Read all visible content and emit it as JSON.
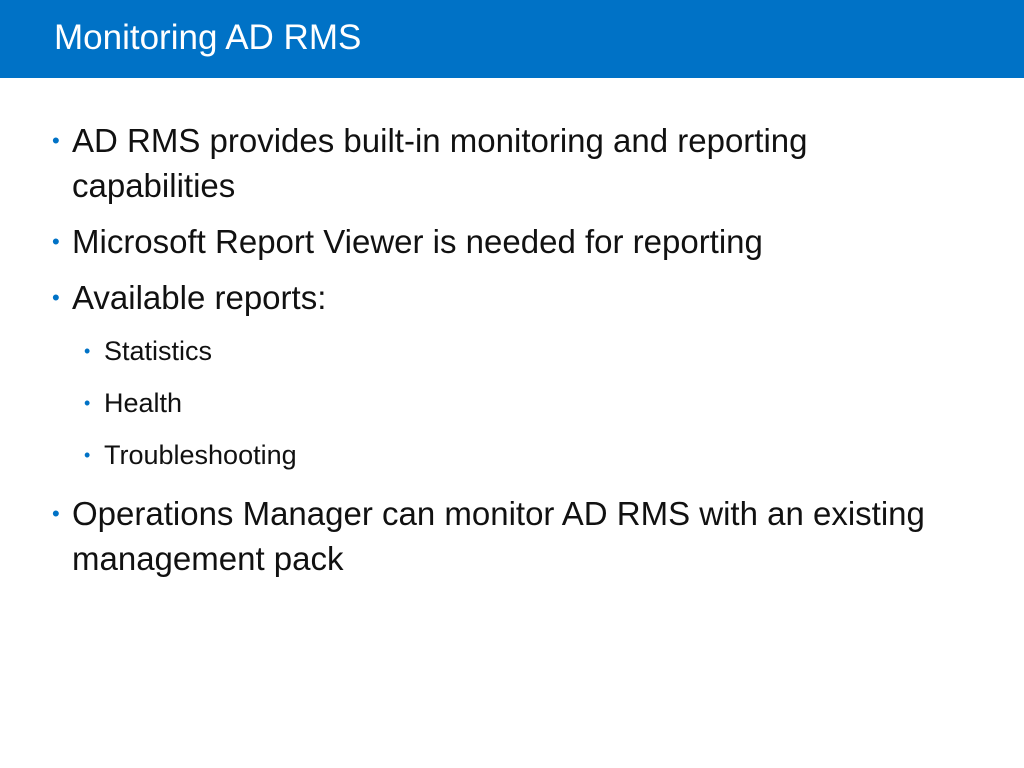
{
  "slide": {
    "title": "Monitoring AD RMS",
    "bullet_glyph": "•",
    "accent_color": "#0072c6",
    "bullets": [
      {
        "text": "AD RMS provides built-in monitoring and reporting capabilities"
      },
      {
        "text": "Microsoft Report Viewer is needed for reporting"
      },
      {
        "text": "Available reports:",
        "subitems": [
          "Statistics",
          "Health",
          "Troubleshooting"
        ]
      },
      {
        "text": "Operations Manager can monitor AD RMS with an existing management pack"
      }
    ]
  }
}
